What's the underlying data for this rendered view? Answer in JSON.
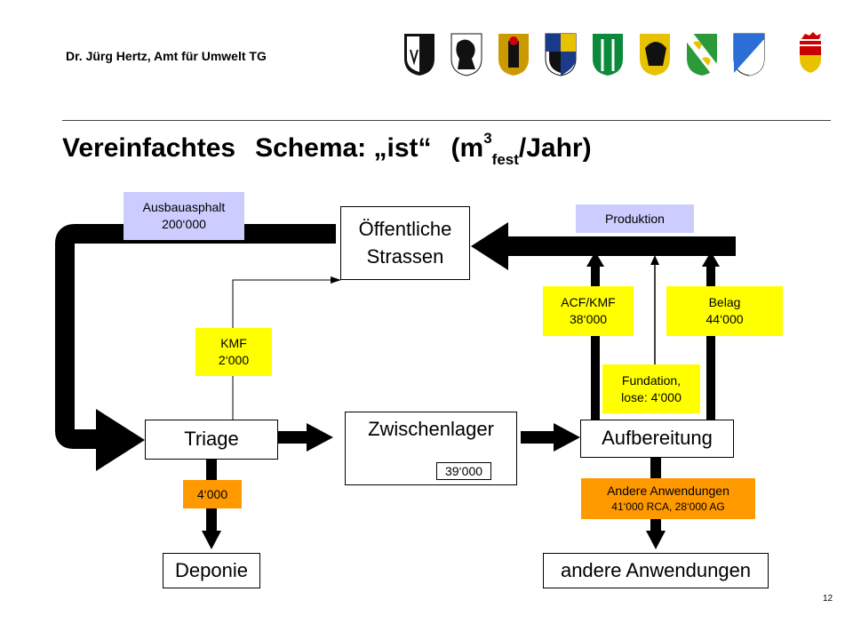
{
  "header": {
    "author": "Dr. Jürg Hertz, Amt für Umwelt TG",
    "crests": [
      "aargau-crest-icon",
      "appenzell-ar-crest-icon",
      "appenzell-ai-crest-icon",
      "glarus-crest-icon",
      "st-gallen-crest-icon",
      "schaffhausen-crest-icon",
      "thurgau-crest-icon",
      "zurich-crest-icon",
      "liechtenstein-crest-icon"
    ]
  },
  "title": {
    "main": "Vereinfachtes",
    "schema": "Schema: „ist“",
    "unit_prefix": "(m",
    "unit_sup": "3",
    "unit_sub": "fest",
    "unit_suffix": "/Jahr)"
  },
  "nodes": {
    "strassen": [
      "Öffentliche",
      "Strassen"
    ],
    "triage": "Triage",
    "zwischenlager": "Zwischenlager",
    "zwischenlager_value": "39‘000",
    "aufbereitung": "Aufbereitung",
    "deponie": "Deponie",
    "andere": "andere Anwendungen"
  },
  "flows": {
    "ausbauasphalt": [
      "Ausbauasphalt",
      "200‘000"
    ],
    "produktion": "Produktion",
    "kmf": [
      "KMF",
      "2‘000"
    ],
    "acf_kmf": [
      "ACF/KMF",
      "38‘000"
    ],
    "belag": [
      "Belag",
      "44‘000"
    ],
    "fundation": [
      "Fundation,",
      "lose: 4‘000"
    ],
    "deponie_flow": "4‘000",
    "andere_flow": [
      "Andere Anwendungen",
      "41‘000 RCA, 28‘000 AG"
    ]
  },
  "colors": {
    "lavender": "#ccccff",
    "yellow": "#ffff00",
    "orange": "#ff9900"
  },
  "page_number": "12"
}
